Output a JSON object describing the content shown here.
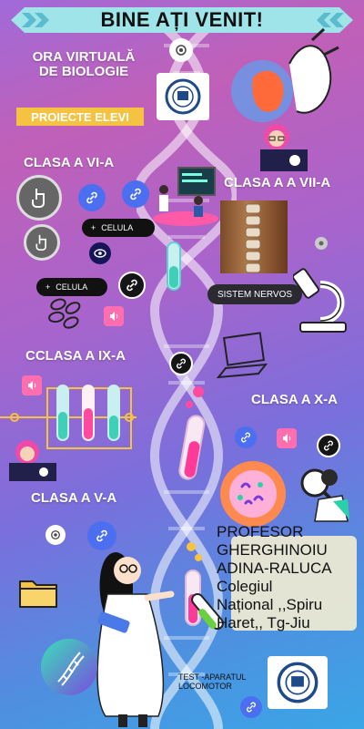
{
  "banner": {
    "title": "BINE AȚI VENIT!"
  },
  "header": {
    "line1": "ORA VIRTUALĂ",
    "line2": "DE BIOLOGIE"
  },
  "badges": {
    "proiecte": "PROIECTE ELEVI"
  },
  "sections": {
    "clasa6": "CLASA A VI-A",
    "clasa7": "CLASA A A VII-A",
    "clasa9": "CCLASA A IX-A",
    "clasa10": "CLASA A X-A",
    "clasa5": "CLASA A V-A"
  },
  "pills": {
    "celula1": "CELULA",
    "celula2": "CELULA",
    "sistem": "SISTEM NERVOS"
  },
  "professor": {
    "line1": "PROFESOR",
    "line2": "GHERGHINOIU",
    "line3": "ADINA-RALUCA",
    "line4": "Colegiul",
    "line5": "Național ,,Spiru",
    "line6": "Haret,, Tg-Jiu"
  },
  "test": {
    "line1": "TEST -APARATUL",
    "line2": "LOCOMOTOR"
  },
  "colors": {
    "banner": "#9fe4e8",
    "badge": "#f5c242",
    "link_blue": "#4b6ff0",
    "sound_pink": "#ff6fb0"
  }
}
